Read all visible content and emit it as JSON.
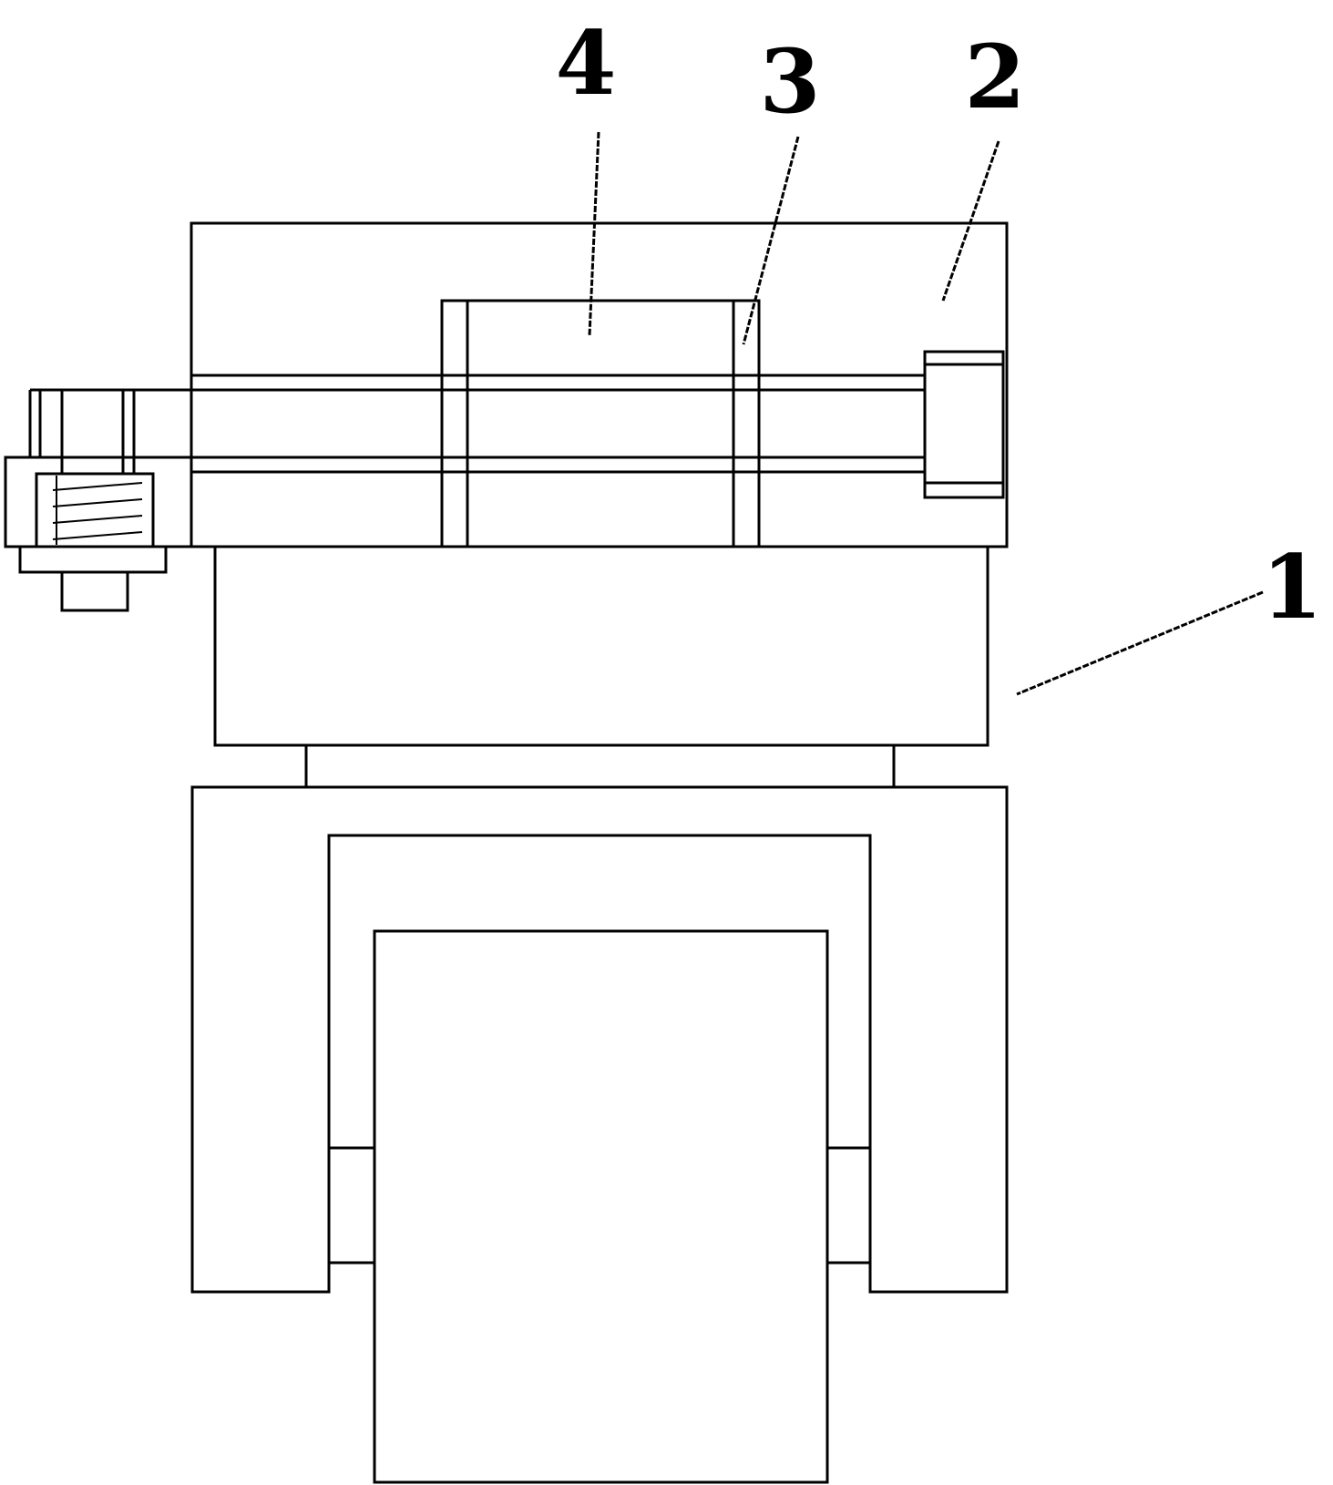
{
  "figure": {
    "line_color": "#000000",
    "background_color": "#ffffff"
  },
  "callouts": [
    {
      "id": "callout-4",
      "label": "4"
    },
    {
      "id": "callout-3",
      "label": "3"
    },
    {
      "id": "callout-2",
      "label": "2"
    },
    {
      "id": "callout-1",
      "label": "1"
    }
  ]
}
